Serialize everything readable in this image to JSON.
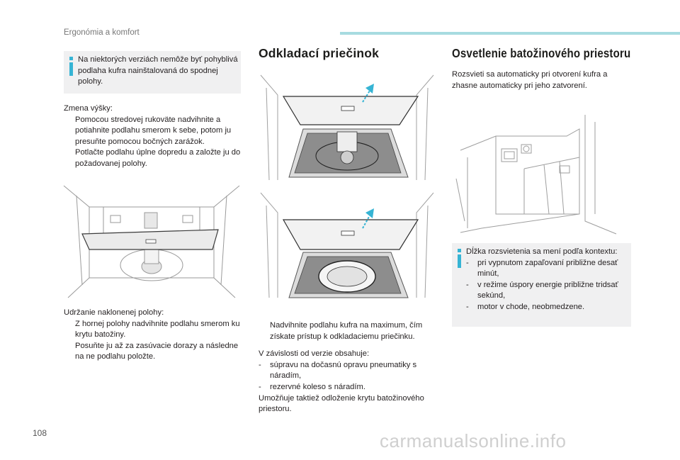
{
  "header": {
    "title": "Ergonómia a komfort"
  },
  "page_number": "108",
  "watermark": "carmanualsonline.info",
  "colors": {
    "accent": "#36b4d4",
    "header_bar": "#a7dbe0",
    "note_bg": "#f0f0f1"
  },
  "col1": {
    "note": "Na niektorých verziách nemôže byť pohyblivá podlaha kufra nainštalovaná do spodnej polohy.",
    "height_change": {
      "title": "Zmena výšky:",
      "bullet": "",
      "items": [
        "Pomocou stredovej rukoväte nadvihnite a potiahnite podlahu smerom k sebe, potom ju presuňte pomocou bočných zarážok.",
        "Potlačte podlahu úplne dopredu a založte ju do požadovanej polohy."
      ]
    },
    "incline": {
      "title": "Udržanie naklonenej polohy:",
      "bullet": "",
      "items": [
        "Z hornej polohy nadvihnite podlahu smerom ku krytu batožiny.",
        "Posuňte ju až za zasúvacie dorazy a následne na ne podlahu položte."
      ]
    }
  },
  "col2": {
    "title": "Odkladací priečinok",
    "bullet": "",
    "instruction": "Nadvihnite podlahu kufra na maximum, čím získate prístup k odkladaciemu priečinku.",
    "intro": "V závislosti od verzie obsahuje:",
    "dash": "-",
    "items": [
      "súpravu na dočasnú opravu pneumatiky s náradím,",
      "rezervné koleso s náradím."
    ],
    "footer": "Umožňuje taktiež odloženie krytu batožinového priestoru."
  },
  "col3": {
    "title": "Osvetlenie batožinového priestoru",
    "text": "Rozsvieti sa automaticky pri otvorení kufra a zhasne automaticky pri jeho zatvorení.",
    "note": {
      "title": "Dĺžka rozsvietenia sa mení podľa kontextu:",
      "dash": "-",
      "items": [
        "pri vypnutom zapaľovaní približne desať minút,",
        "v režime úspory energie približne tridsať sekúnd,",
        "motor v chode, neobmedzene."
      ]
    }
  }
}
